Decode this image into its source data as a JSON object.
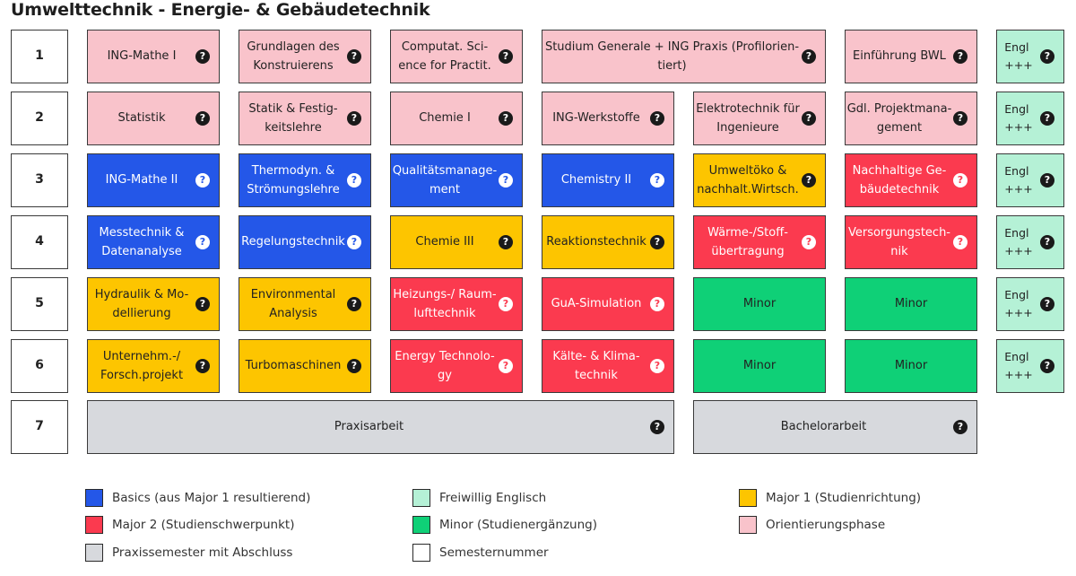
{
  "title": "Umwelttechnik - Energie- & Gebäudetechnik",
  "colors": {
    "orientierung": "#f9c3cb",
    "basics": "#2457e8",
    "major1": "#fdc500",
    "major2": "#fb3a4f",
    "minor": "#0fd077",
    "englisch": "#b5f1d6",
    "praxis": "#d7d9dd",
    "semester": "#ffffff"
  },
  "icons": {
    "help": "question-circle-icon"
  },
  "semesters": [
    "1",
    "2",
    "3",
    "4",
    "5",
    "6",
    "7"
  ],
  "rows": [
    {
      "cells": [
        {
          "label": "ING-Mathe I",
          "cat": "orientierung",
          "col": 1,
          "span": 1,
          "help": true
        },
        {
          "label": "Grundlagen des Konstruierens",
          "cat": "orientierung",
          "col": 2,
          "span": 1,
          "help": true
        },
        {
          "label": "Computat. Sci-ence for Practit.",
          "cat": "orientierung",
          "col": 3,
          "span": 1,
          "help": true
        },
        {
          "label": "Studium Generale + ING Praxis (Profilorien-tiert)",
          "cat": "orientierung",
          "col": 4,
          "span": 2,
          "help": true
        },
        {
          "label": "Einführung BWL",
          "cat": "orientierung",
          "col": 6,
          "span": 1,
          "help": true
        },
        {
          "label": "Engl +++",
          "cat": "englisch",
          "col": 7,
          "span": 1,
          "help": true
        }
      ]
    },
    {
      "cells": [
        {
          "label": "Statistik",
          "cat": "orientierung",
          "col": 1,
          "span": 1,
          "help": true
        },
        {
          "label": "Statik & Festig-keitslehre",
          "cat": "orientierung",
          "col": 2,
          "span": 1,
          "help": true
        },
        {
          "label": "Chemie I",
          "cat": "orientierung",
          "col": 3,
          "span": 1,
          "help": true
        },
        {
          "label": "ING-Werkstoffe",
          "cat": "orientierung",
          "col": 4,
          "span": 1,
          "help": true
        },
        {
          "label": "Elektrotechnik für Ingenieure",
          "cat": "orientierung",
          "col": 5,
          "span": 1,
          "help": true
        },
        {
          "label": "Gdl. Projektmana-gement",
          "cat": "orientierung",
          "col": 6,
          "span": 1,
          "help": true
        },
        {
          "label": "Engl +++",
          "cat": "englisch",
          "col": 7,
          "span": 1,
          "help": true
        }
      ]
    },
    {
      "cells": [
        {
          "label": "ING-Mathe II",
          "cat": "basics",
          "col": 1,
          "span": 1,
          "help": true
        },
        {
          "label": "Thermodyn. & Strömungslehre",
          "cat": "basics",
          "col": 2,
          "span": 1,
          "help": true
        },
        {
          "label": "Qualitätsmanage-ment",
          "cat": "basics",
          "col": 3,
          "span": 1,
          "help": true
        },
        {
          "label": "Chemistry II",
          "cat": "basics",
          "col": 4,
          "span": 1,
          "help": true
        },
        {
          "label": "Umweltöko & nachhalt.Wirtsch.",
          "cat": "major1",
          "col": 5,
          "span": 1,
          "help": true
        },
        {
          "label": "Nachhaltige Ge-bäudetechnik",
          "cat": "major2",
          "col": 6,
          "span": 1,
          "help": true
        },
        {
          "label": "Engl +++",
          "cat": "englisch",
          "col": 7,
          "span": 1,
          "help": true
        }
      ]
    },
    {
      "cells": [
        {
          "label": "Messtechnik & Datenanalyse",
          "cat": "basics",
          "col": 1,
          "span": 1,
          "help": true
        },
        {
          "label": "Regelungstechnik",
          "cat": "basics",
          "col": 2,
          "span": 1,
          "help": true
        },
        {
          "label": "Chemie III",
          "cat": "major1",
          "col": 3,
          "span": 1,
          "help": true
        },
        {
          "label": "Reaktionstechnik",
          "cat": "major1",
          "col": 4,
          "span": 1,
          "help": true
        },
        {
          "label": "Wärme-/Stoff-übertragung",
          "cat": "major2",
          "col": 5,
          "span": 1,
          "help": true
        },
        {
          "label": "Versorgungstech-nik",
          "cat": "major2",
          "col": 6,
          "span": 1,
          "help": true
        },
        {
          "label": "Engl +++",
          "cat": "englisch",
          "col": 7,
          "span": 1,
          "help": true
        }
      ]
    },
    {
      "cells": [
        {
          "label": "Hydraulik & Mo-dellierung",
          "cat": "major1",
          "col": 1,
          "span": 1,
          "help": true
        },
        {
          "label": "Environmental Analysis",
          "cat": "major1",
          "col": 2,
          "span": 1,
          "help": true
        },
        {
          "label": "Heizungs-/ Raum-lufttechnik",
          "cat": "major2",
          "col": 3,
          "span": 1,
          "help": true
        },
        {
          "label": "GuA-Simulation",
          "cat": "major2",
          "col": 4,
          "span": 1,
          "help": true
        },
        {
          "label": "Minor",
          "cat": "minor",
          "col": 5,
          "span": 1,
          "help": false
        },
        {
          "label": "Minor",
          "cat": "minor",
          "col": 6,
          "span": 1,
          "help": false
        },
        {
          "label": "Engl +++",
          "cat": "englisch",
          "col": 7,
          "span": 1,
          "help": true
        }
      ]
    },
    {
      "cells": [
        {
          "label": "Unternehm.-/ Forsch.projekt",
          "cat": "major1",
          "col": 1,
          "span": 1,
          "help": true
        },
        {
          "label": "Turbomaschinen",
          "cat": "major1",
          "col": 2,
          "span": 1,
          "help": true
        },
        {
          "label": "Energy Technolo-gy",
          "cat": "major2",
          "col": 3,
          "span": 1,
          "help": true
        },
        {
          "label": "Kälte- & Klima-technik",
          "cat": "major2",
          "col": 4,
          "span": 1,
          "help": true
        },
        {
          "label": "Minor",
          "cat": "minor",
          "col": 5,
          "span": 1,
          "help": false
        },
        {
          "label": "Minor",
          "cat": "minor",
          "col": 6,
          "span": 1,
          "help": false
        },
        {
          "label": "Engl +++",
          "cat": "englisch",
          "col": 7,
          "span": 1,
          "help": true
        }
      ]
    },
    {
      "cells": [
        {
          "label": "Praxisarbeit",
          "cat": "praxis",
          "col": 1,
          "span": 4,
          "help": true
        },
        {
          "label": "Bachelorarbeit",
          "cat": "praxis",
          "col": 5,
          "span": 2,
          "help": true
        }
      ]
    }
  ],
  "legend": [
    {
      "label": "Basics (aus Major 1 resultierend)",
      "cat": "basics"
    },
    {
      "label": "Freiwillig Englisch",
      "cat": "englisch"
    },
    {
      "label": "Major 1 (Studienrichtung)",
      "cat": "major1"
    },
    {
      "label": "Major 2 (Studienschwerpunkt)",
      "cat": "major2"
    },
    {
      "label": "Minor (Studienergänzung)",
      "cat": "minor"
    },
    {
      "label": "Orientierungsphase",
      "cat": "orientierung"
    },
    {
      "label": "Praxissemester mit Abschluss",
      "cat": "praxis"
    },
    {
      "label": "Semesternummer",
      "cat": "semester"
    }
  ]
}
